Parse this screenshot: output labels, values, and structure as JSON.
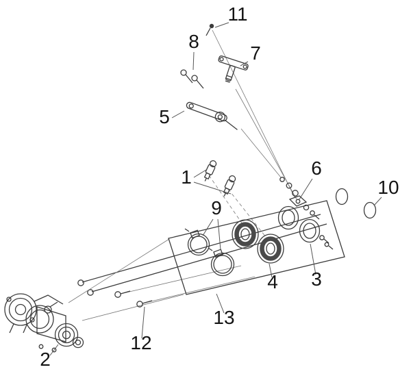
{
  "diagram": {
    "kind": "exploded-parts-diagram",
    "colors": {
      "background": "#ffffff",
      "line": "#3b3b3b",
      "leader": "#555555",
      "fill_light": "#ededed",
      "ring_dark": "#4a4a4a",
      "label": "#141414"
    },
    "callouts": [
      {
        "id": 1,
        "label": "1"
      },
      {
        "id": 2,
        "label": "2"
      },
      {
        "id": 3,
        "label": "3"
      },
      {
        "id": 4,
        "label": "4"
      },
      {
        "id": 5,
        "label": "5"
      },
      {
        "id": 6,
        "label": "6"
      },
      {
        "id": 7,
        "label": "7"
      },
      {
        "id": 8,
        "label": "8"
      },
      {
        "id": 9,
        "label": "9"
      },
      {
        "id": 10,
        "label": "10"
      },
      {
        "id": 11,
        "label": "11"
      },
      {
        "id": 12,
        "label": "12"
      },
      {
        "id": 13,
        "label": "13"
      }
    ]
  }
}
